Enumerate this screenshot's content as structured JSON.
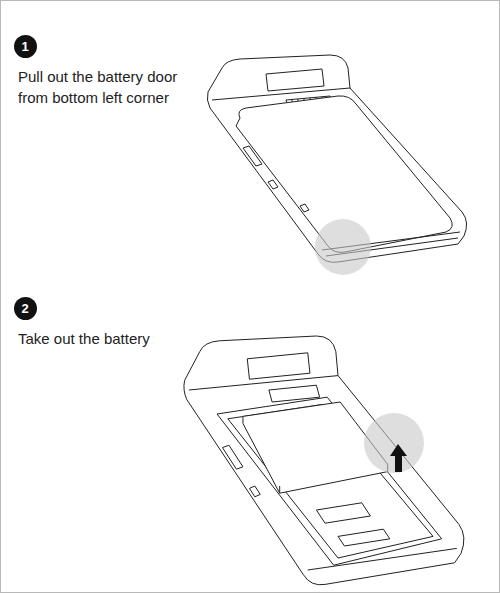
{
  "diagram": {
    "nodes": [
      {
        "text": [
          "1"
        ]
      },
      {
        "text": [
          "2"
        ]
      }
    ],
    "labels": [
      "Pull out the battery door from bottom left corner",
      "Take out the battery"
    ]
  }
}
